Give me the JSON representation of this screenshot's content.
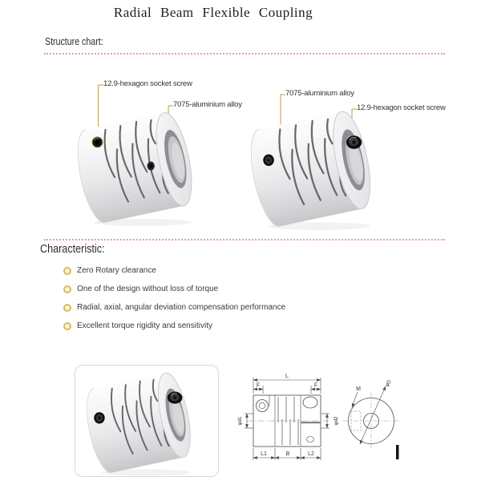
{
  "page_title": "Radial Beam Flexible Coupling",
  "structure_section": {
    "heading": "Structure chart:",
    "callouts": {
      "left_screw": "12.9-hexagon socket screw",
      "left_alloy": "7075-aluminium alloy",
      "right_alloy": "7075-aluminium alloy",
      "right_screw": "12.9-hexagon socket screw"
    }
  },
  "characteristic_section": {
    "heading": "Characteristic:",
    "items": [
      "Zero Rotary clearance",
      "One of the design without loss of torque",
      "Radial, axial, angular deviation compensation performance",
      "Excellent torque rigidity and sensitivity"
    ]
  },
  "technical_drawing": {
    "side_view": {
      "length": "L",
      "flange_left": "F",
      "flange_right": "F",
      "bore_left": "φd1",
      "bore_right": "φd2",
      "hub_left": "L1",
      "beam_section": "B",
      "hub_right": "L2"
    },
    "front_view": {
      "screw_thread": "M",
      "outer_diameter": "φD"
    }
  },
  "colors": {
    "dotted_divider": "#e2a2a2",
    "callout_line": "#c19a4e",
    "bullet_ring": "#d6bc5e",
    "text": "#333333",
    "drawing_line": "#4a4a4a"
  }
}
